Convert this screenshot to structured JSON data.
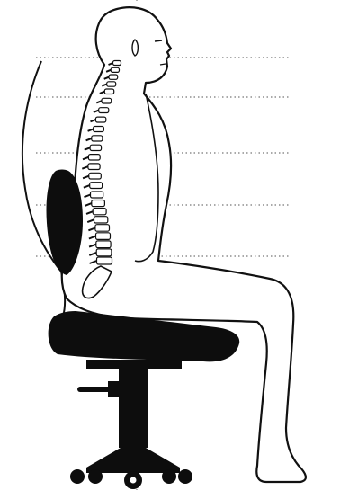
{
  "figure": {
    "guide_lines": 5,
    "vertebrae": 24,
    "colors": {
      "ink": "#111111",
      "paper": "#ffffff",
      "guide": "#555555",
      "chair": "#0d0d0d"
    },
    "icons": [
      "body-outline",
      "spine",
      "lumbar-cushion",
      "seat-cushion",
      "chair-base",
      "caster-wheel"
    ]
  }
}
